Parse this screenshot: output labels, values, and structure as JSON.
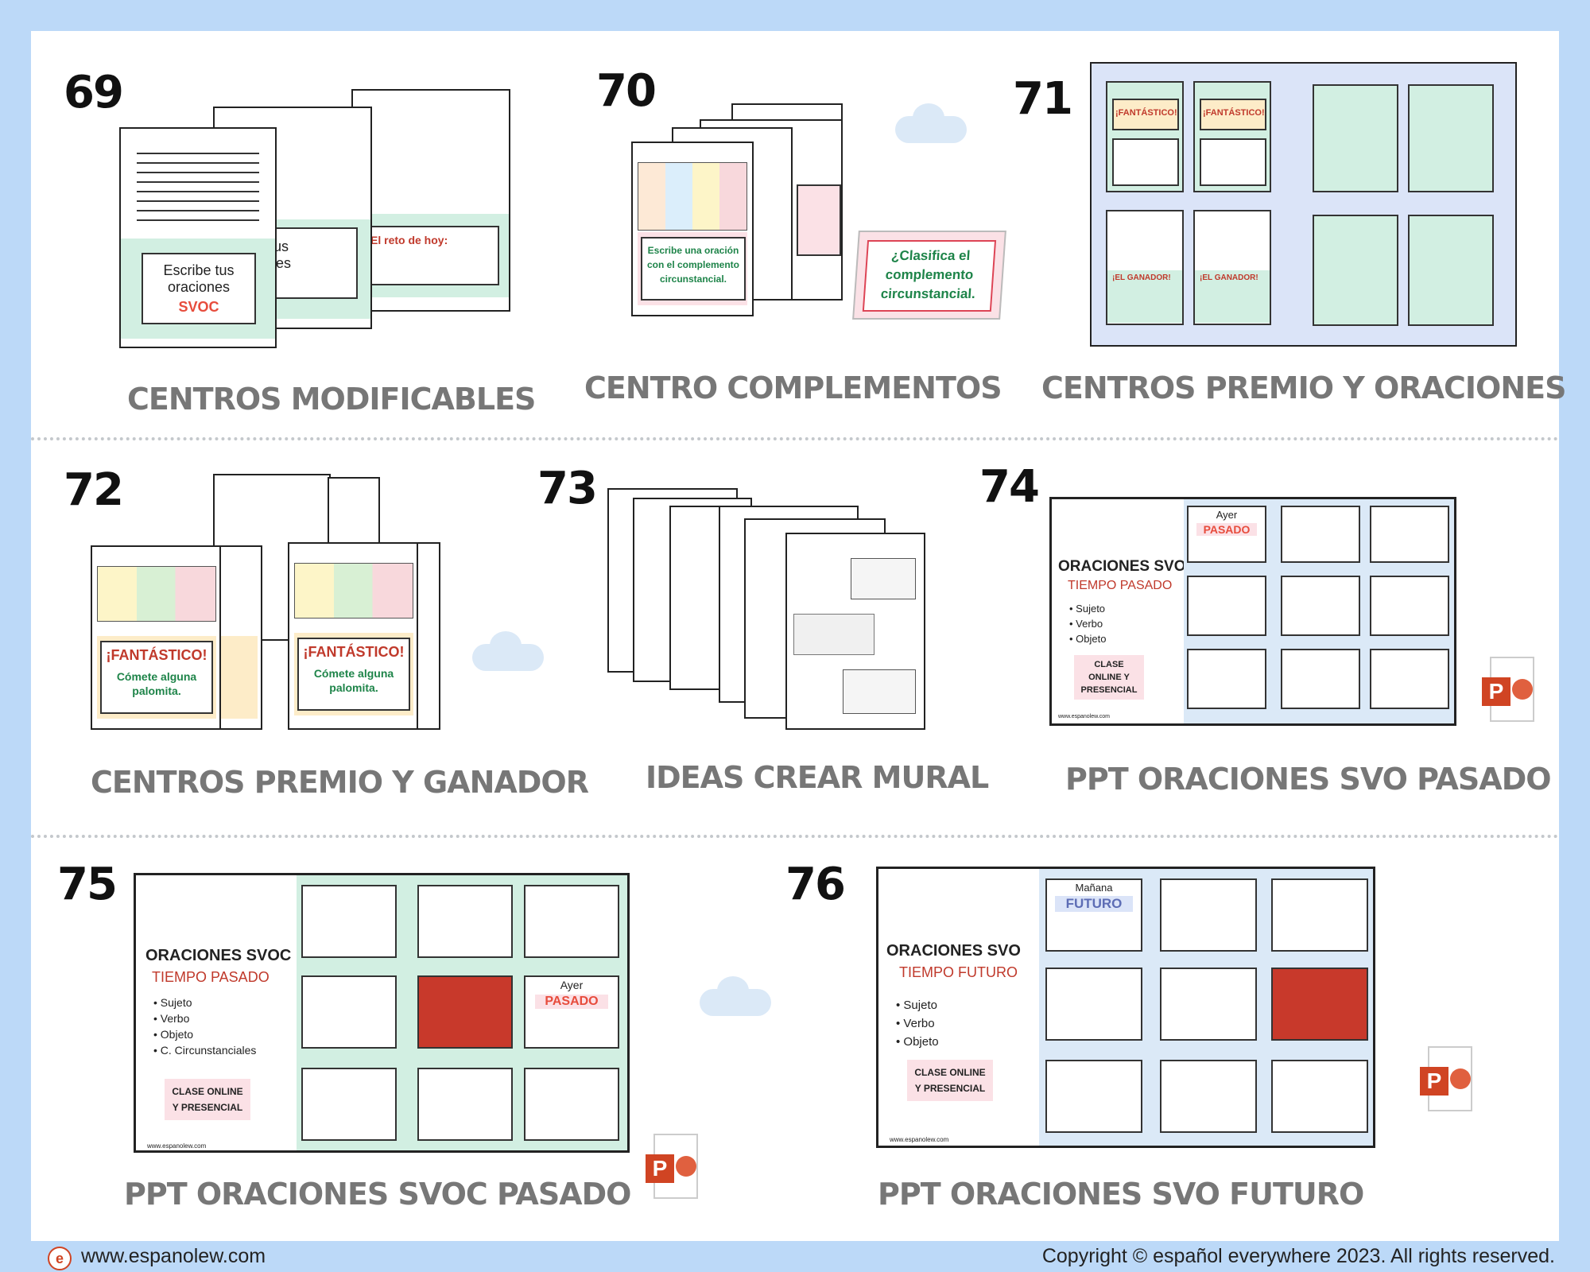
{
  "products": [
    {
      "number": "69",
      "title": "CENTROS MODIFICABLES"
    },
    {
      "number": "70",
      "title": "CENTRO COMPLEMENTOS"
    },
    {
      "number": "71",
      "title": "CENTROS  PREMIO Y ORACIONES"
    },
    {
      "number": "72",
      "title": "CENTROS  PREMIO Y GANADOR"
    },
    {
      "number": "73",
      "title": "IDEAS CREAR MURAL"
    },
    {
      "number": "74",
      "title": "PPT ORACIONES SVO PASADO"
    },
    {
      "number": "75",
      "title": "PPT ORACIONES SVOC PASADO"
    },
    {
      "number": "76",
      "title": "PPT ORACIONES SVO FUTURO"
    }
  ],
  "p69": {
    "card_text": "Escribe tus oraciones",
    "card_svoc": "SVOC",
    "back_text": "ribe tus aciones",
    "reto": "El reto de hoy:"
  },
  "p70": {
    "card_text": "Escribe una oración con el complemento circunstancial.",
    "tent_text": "¿Clasifica el complemento circunstancial."
  },
  "p71": {
    "fantastico": "¡FANTÁSTICO!",
    "ganador1": "¡EL GANADOR!",
    "ganador2": "¡EL GANADOR!"
  },
  "p72": {
    "fantastico": "¡FANTÁSTICO!",
    "comete": "Cómete alguna palomita."
  },
  "p74": {
    "title": "ORACIONES SVO",
    "subtitle": "TIEMPO PASADO",
    "bullets": [
      "Sujeto",
      "Verbo",
      "Objeto"
    ],
    "badge": "CLASE ONLINE Y PRESENCIAL",
    "thumb_title": "Ayer",
    "thumb_word": "PASADO",
    "site": "www.espanolew.com"
  },
  "p75": {
    "title": "ORACIONES SVOC",
    "subtitle": "TIEMPO PASADO",
    "bullets": [
      "Sujeto",
      "Verbo",
      "Objeto",
      "C. Circunstanciales"
    ],
    "badge": "CLASE ONLINE Y PRESENCIAL",
    "thumb_title": "Ayer",
    "thumb_word": "PASADO",
    "site": "www.espanolew.com"
  },
  "p76": {
    "title": "ORACIONES SVO",
    "subtitle": "TIEMPO FUTURO",
    "bullets": [
      "Sujeto",
      "Verbo",
      "Objeto"
    ],
    "badge": "CLASE ONLINE Y PRESENCIAL",
    "thumb_title": "Mañana",
    "thumb_word": "FUTURO",
    "site": "www.espanolew.com"
  },
  "footer": {
    "website": "www.espanolew.com",
    "copyright": "Copyright © español everywhere 2023. All rights reserved."
  },
  "colors": {
    "background": "#bcd9f8",
    "panel": "#ffffff",
    "label": "#777777",
    "mint": "#d2efe2",
    "ppt": "#d04423"
  }
}
